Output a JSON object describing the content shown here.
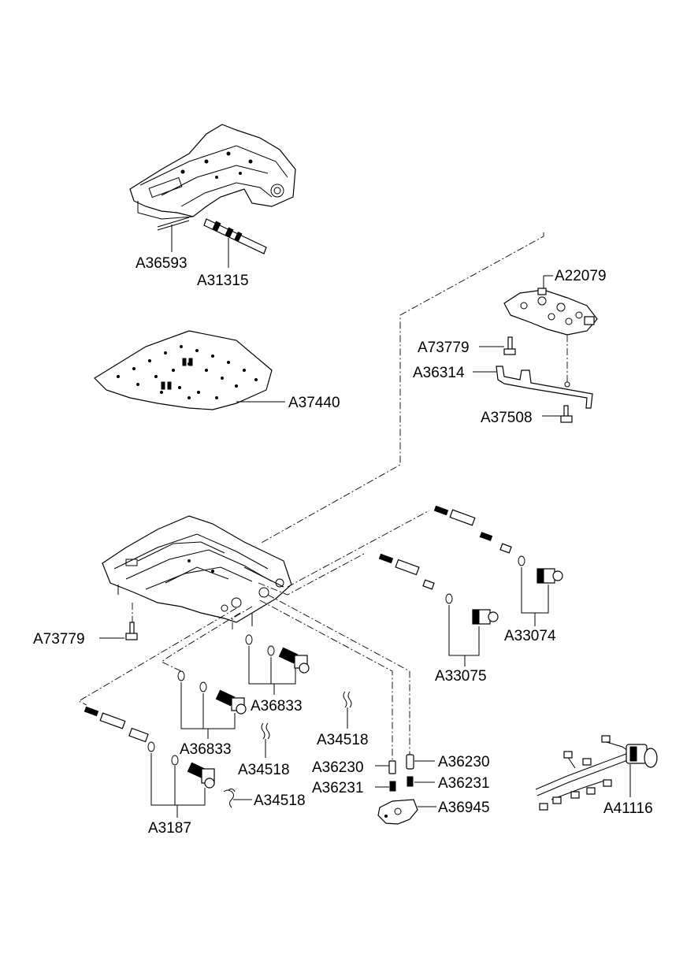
{
  "labels": {
    "a36593": "A36593",
    "a31315": "A31315",
    "a22079": "A22079",
    "a73779_top": "A73779",
    "a36314": "A36314",
    "a37440": "A37440",
    "a37508": "A37508",
    "a73779_left": "A73779",
    "a33074": "A33074",
    "a33075": "A33075",
    "a36833_upper": "A36833",
    "a36833_lower": "A36833",
    "a34518_mid": "A34518",
    "a34518_upper": "A34518",
    "a34518_lower": "A34518",
    "a36230_left": "A36230",
    "a36230_right": "A36230",
    "a36231_left": "A36231",
    "a36231_right": "A36231",
    "a36945": "A36945",
    "a3187": "A3187",
    "a41116": "A41116"
  }
}
